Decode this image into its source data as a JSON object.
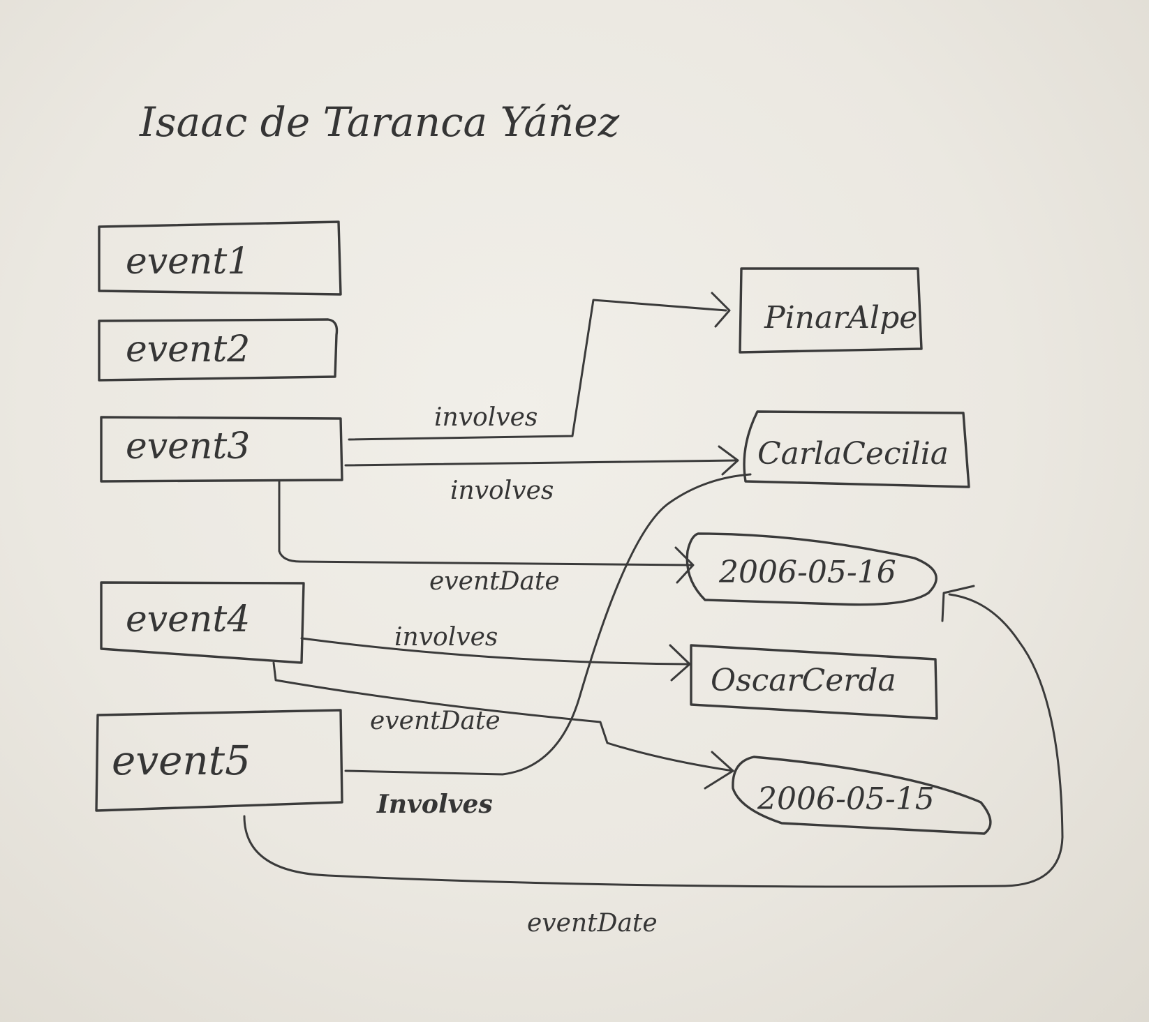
{
  "title": "Isaac de Taranca Yáñez",
  "nodes": {
    "event1": "event1",
    "event2": "event2",
    "event3": "event3",
    "event4": "event4",
    "event5": "event5",
    "pinar_alpe": "PinarAlpe",
    "carla_cecilia": "CarlaCecilia",
    "date_2006_05_16": "2006-05-16",
    "oscar_cerda": "OscarCerda",
    "date_2006_05_15": "2006-05-15"
  },
  "edges": {
    "e3_pinar": "involves",
    "e3_carla": "involves",
    "e3_date": "eventDate",
    "e4_oscar": "involves",
    "e4_date": "eventDate",
    "e5_carla": "Involves",
    "e5_date": "eventDate"
  }
}
